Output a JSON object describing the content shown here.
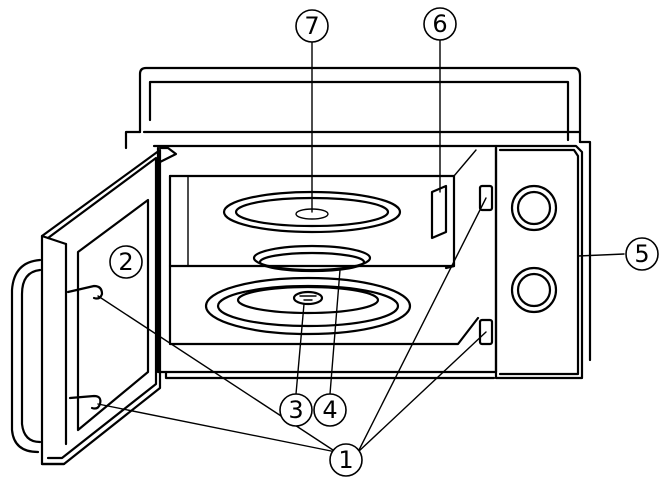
{
  "callouts": [
    {
      "id": "1",
      "text": "1",
      "part": "door-safety-lock-system"
    },
    {
      "id": "2",
      "text": "2",
      "part": "oven-window"
    },
    {
      "id": "3",
      "text": "3",
      "part": "shaft"
    },
    {
      "id": "4",
      "text": "4",
      "part": "roller-ring"
    },
    {
      "id": "5",
      "text": "5",
      "part": "control-panel"
    },
    {
      "id": "6",
      "text": "6",
      "part": "wave-guide"
    },
    {
      "id": "7",
      "text": "7",
      "part": "glass-tray"
    }
  ],
  "colors": {
    "line": "#000000",
    "background": "#ffffff"
  }
}
